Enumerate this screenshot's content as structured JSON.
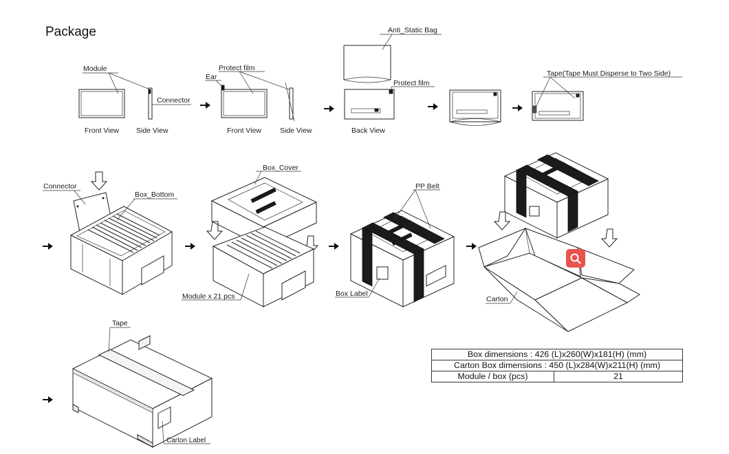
{
  "title": "Package",
  "labels": {
    "module": "Module",
    "connector": "Connector",
    "front_view": "Front View",
    "side_view": "Side View",
    "protect_film": "Protect film",
    "ear": "Ear",
    "anti_static_bag": "Anti_Static Bag",
    "back_view": "Back View",
    "tape_note": "Tape(Tape Must Disperse to Two Side)",
    "box_bottom": "Box_Bottom",
    "box_cover": "Box_Cover",
    "module_count": "Module x 21 pcs",
    "pp_belt": "PP Belt",
    "box_label": "Box Label",
    "carton": "Carton",
    "tape": "Tape",
    "carton_label": "Carton Label"
  },
  "spec_table": {
    "row1": "Box dimensions : 426 (L)x260(W)x181(H)  (mm)",
    "row2": "Carton Box dimensions : 450 (L)x284(W)x211(H)  (mm)",
    "row3_label": "Module / box (pcs)",
    "row3_value": "21"
  },
  "zoom_button": {
    "icon": "search-icon",
    "color": "#e8544d"
  }
}
